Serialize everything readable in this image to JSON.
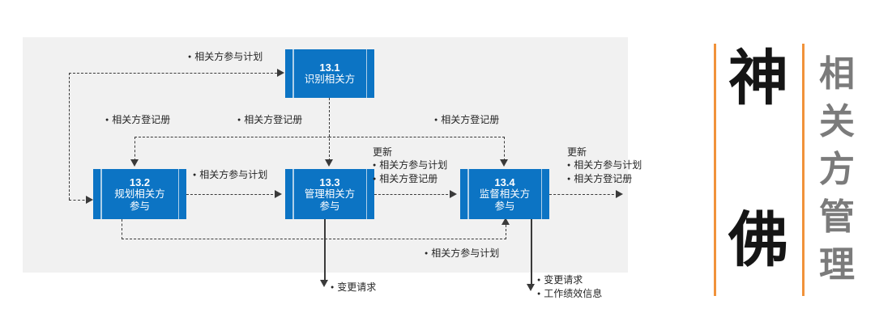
{
  "diagram": {
    "type": "process-flow",
    "title_panel": {
      "black_chars": [
        "神",
        "佛"
      ],
      "gray_title": "相关方管理",
      "gray_title_chars": [
        "相",
        "关",
        "方",
        "管",
        "理"
      ],
      "accent_color": "#f1923a",
      "black_color": "#151515",
      "gray_color": "#7b7b7b"
    },
    "box_color": "#0c74c4",
    "panel_color": "#f1f1f1",
    "boxes": [
      {
        "id": "13.1",
        "number": "13.1",
        "name": "识别相关方"
      },
      {
        "id": "13.2",
        "number": "13.2",
        "name_l1": "规划相关方",
        "name_l2": "参与"
      },
      {
        "id": "13.3",
        "number": "13.3",
        "name_l1": "管理相关方",
        "name_l2": "参与"
      },
      {
        "id": "13.4",
        "number": "13.4",
        "name_l1": "监督相关方",
        "name_l2": "参与"
      }
    ],
    "labels": {
      "top_to_131": "相关方参与计划",
      "reg_left": "相关方登记册",
      "reg_mid": "相关方登记册",
      "reg_right": "相关方登记册",
      "plan_132_133": "相关方参与计划",
      "update_heading_mid": "更新",
      "update_mid_item1": "相关方参与计划",
      "update_mid_item2": "相关方登记册",
      "update_heading_right": "更新",
      "update_right_item1": "相关方参与计划",
      "update_right_item2": "相关方登记册",
      "plan_bottom_feedback": "相关方参与计划",
      "change_request_133": "变更请求",
      "change_request_134": "变更请求",
      "work_performance_134": "工作绩效信息"
    }
  }
}
